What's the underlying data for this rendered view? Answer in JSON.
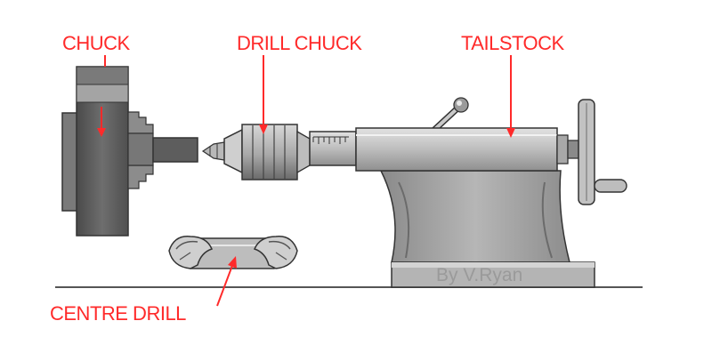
{
  "labels": {
    "chuck": "CHUCK",
    "drill_chuck": "DRILL CHUCK",
    "tailstock": "TAILSTOCK",
    "centre_drill": "CENTRE DRILL"
  },
  "credit": "By V.Ryan",
  "colors": {
    "label": "#ff2a2a",
    "metal_light": "#c8c8c8",
    "metal_mid": "#9a9a9a",
    "metal_dark": "#5c5c5c",
    "outline": "#333333"
  }
}
